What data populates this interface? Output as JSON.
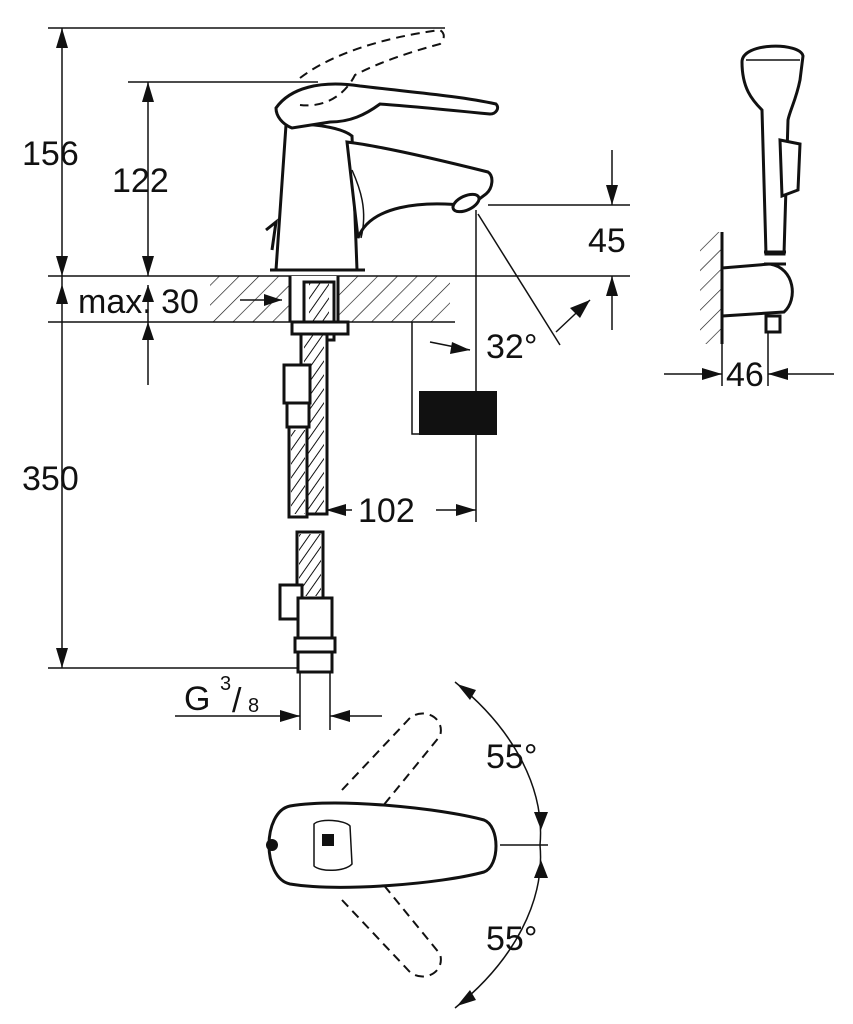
{
  "dimensions": {
    "total_height": "156",
    "spout_height": "122",
    "max_deck": "max. 30",
    "outlet_height": "45",
    "spray_angle": "32°",
    "hose_length": "350",
    "reach": "102",
    "thread_base": "G",
    "thread_num": "3",
    "thread_den": "8",
    "holder_width": "46",
    "lever_angle_top": "55°",
    "lever_angle_bottom": "55°"
  },
  "colors": {
    "line": "#111111",
    "background": "#ffffff"
  }
}
